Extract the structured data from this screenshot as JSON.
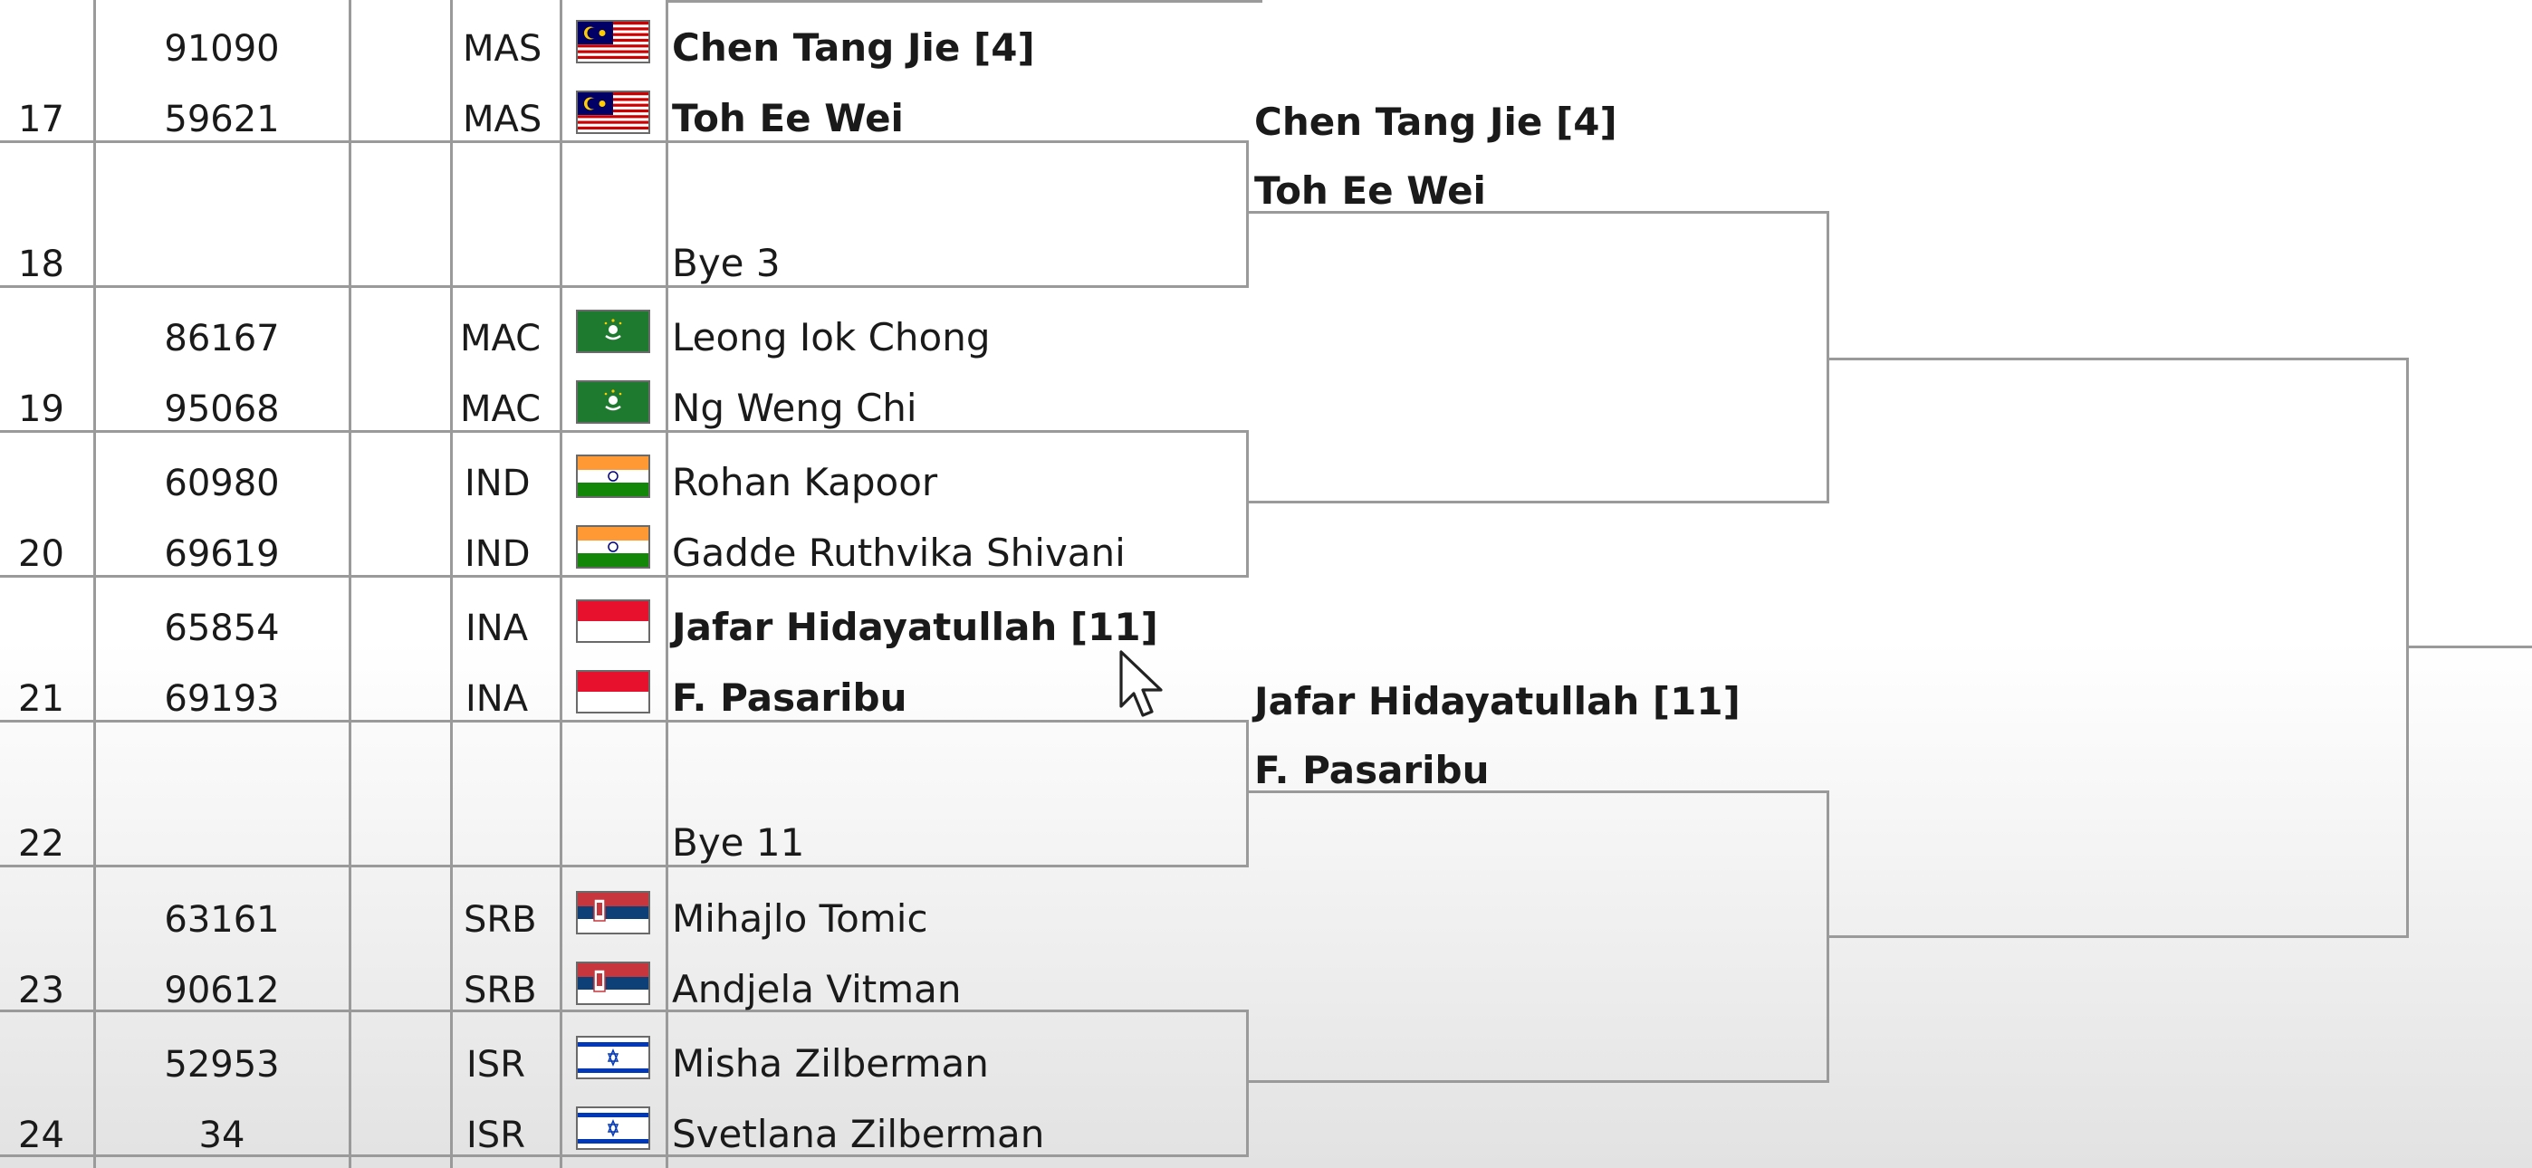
{
  "rows": [
    {
      "pos": "",
      "id": "91090",
      "country": "MAS",
      "flag": "malaysia-flag-icon",
      "name": "Chen Tang Jie [4]",
      "bold": true
    },
    {
      "pos": "17",
      "id": "59621",
      "country": "MAS",
      "flag": "malaysia-flag-icon",
      "name": "Toh Ee Wei",
      "bold": true
    },
    {
      "pos": "18",
      "id": "",
      "country": "",
      "flag": "",
      "name": "Bye 3",
      "bold": false
    },
    {
      "pos": "",
      "id": "86167",
      "country": "MAC",
      "flag": "macau-flag-icon",
      "name": "Leong Iok Chong",
      "bold": false
    },
    {
      "pos": "19",
      "id": "95068",
      "country": "MAC",
      "flag": "macau-flag-icon",
      "name": "Ng Weng Chi",
      "bold": false
    },
    {
      "pos": "",
      "id": "60980",
      "country": "IND",
      "flag": "india-flag-icon",
      "name": "Rohan Kapoor",
      "bold": false
    },
    {
      "pos": "20",
      "id": "69619",
      "country": "IND",
      "flag": "india-flag-icon",
      "name": "Gadde Ruthvika Shivani",
      "bold": false
    },
    {
      "pos": "",
      "id": "65854",
      "country": "INA",
      "flag": "indonesia-flag-icon",
      "name": "Jafar Hidayatullah [11]",
      "bold": true
    },
    {
      "pos": "21",
      "id": "69193",
      "country": "INA",
      "flag": "indonesia-flag-icon",
      "name": "F. Pasaribu",
      "bold": true
    },
    {
      "pos": "22",
      "id": "",
      "country": "",
      "flag": "",
      "name": "Bye 11",
      "bold": false
    },
    {
      "pos": "",
      "id": "63161",
      "country": "SRB",
      "flag": "serbia-flag-icon",
      "name": "Mihajlo Tomic",
      "bold": false
    },
    {
      "pos": "23",
      "id": "90612",
      "country": "SRB",
      "flag": "serbia-flag-icon",
      "name": "Andjela Vitman",
      "bold": false
    },
    {
      "pos": "",
      "id": "52953",
      "country": "ISR",
      "flag": "israel-flag-icon",
      "name": "Misha Zilberman",
      "bold": false
    },
    {
      "pos": "24",
      "id": "34",
      "country": "ISR",
      "flag": "israel-flag-icon",
      "name": "Svetlana Zilberman",
      "bold": false
    }
  ],
  "round2": {
    "match1": {
      "player1": "Chen Tang Jie [4]",
      "player2": "Toh Ee Wei"
    },
    "match2": {
      "player1": "Jafar Hidayatullah [11]",
      "player2": "F. Pasaribu"
    }
  }
}
